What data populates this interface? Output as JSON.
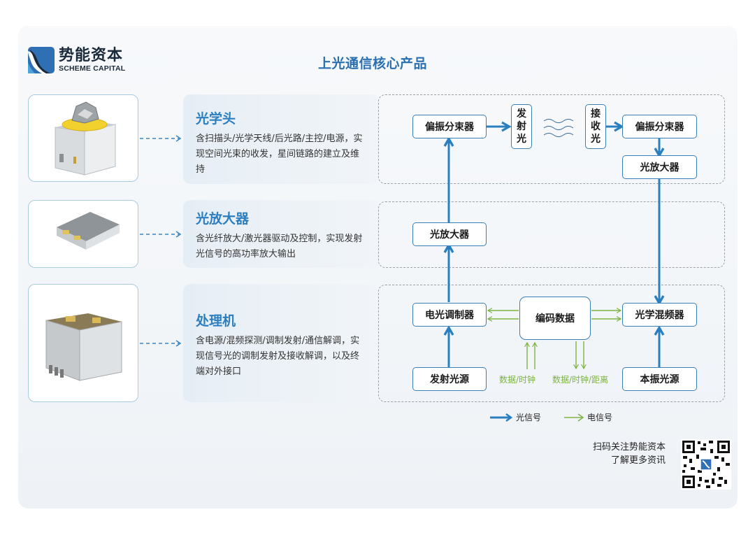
{
  "logo": {
    "name_cn": "势能资本",
    "name_en": "SCHEME CAPITAL"
  },
  "title": "上光通信核心产品",
  "products": [
    {
      "name": "光学头",
      "description": "含扫描头/光学天线/后光路/主控/电源，实现空间光束的收发，星间链路的建立及维持",
      "image": "optical-head-unit"
    },
    {
      "name": "光放大器",
      "description": "含光纤放大/激光器驱动及控制，实现发射光信号的高功率放大输出",
      "image": "optical-amplifier-unit"
    },
    {
      "name": "处理机",
      "description": "含电源/混频探测/调制发射/通信解调，实现信号光的调制发射及接收解调，以及终端对外接口",
      "image": "processor-unit"
    }
  ],
  "diagram": {
    "nodes": {
      "pbs_tx": "偏振分束器",
      "tx_light": "发射光",
      "rx_light": "接收光",
      "pbs_rx": "偏振分束器",
      "amp_rx": "光放大器",
      "amp_tx": "光放大器",
      "eo_modulator": "电光调制器",
      "encode_data": "编码数据",
      "optical_mixer": "光学混频器",
      "tx_source": "发射光源",
      "lo_source": "本振光源"
    },
    "labels": {
      "data_in": "数据/时钟",
      "data_out": "数据/时钟/距离"
    },
    "edges": [
      {
        "from": "tx_source",
        "to": "eo_modulator",
        "type": "optical"
      },
      {
        "from": "eo_modulator",
        "to": "amp_tx",
        "type": "optical"
      },
      {
        "from": "amp_tx",
        "to": "pbs_tx",
        "type": "optical"
      },
      {
        "from": "pbs_tx",
        "to": "tx_light",
        "type": "optical"
      },
      {
        "from": "rx_light",
        "to": "pbs_rx",
        "type": "optical"
      },
      {
        "from": "pbs_rx",
        "to": "amp_rx",
        "type": "optical"
      },
      {
        "from": "amp_rx",
        "to": "optical_mixer",
        "type": "optical"
      },
      {
        "from": "lo_source",
        "to": "optical_mixer",
        "type": "optical"
      },
      {
        "from": "encode_data",
        "to": "eo_modulator",
        "type": "electrical"
      },
      {
        "from": "encode_data",
        "to": "optical_mixer",
        "type": "electrical"
      },
      {
        "from": "data_in",
        "to": "encode_data",
        "type": "electrical"
      },
      {
        "from": "encode_data",
        "to": "data_out",
        "type": "electrical"
      }
    ]
  },
  "legend": {
    "optical": {
      "label": "光信号",
      "color": "#2a7fc0"
    },
    "electrical": {
      "label": "电信号",
      "color": "#7cb342"
    }
  },
  "qr": {
    "line1": "扫码关注势能资本",
    "line2": "了解更多资讯"
  },
  "colors": {
    "accent": "#2a7fc0",
    "title": "#2a6fb0",
    "green": "#7cb342",
    "brand_dark": "#1b2a3a"
  }
}
